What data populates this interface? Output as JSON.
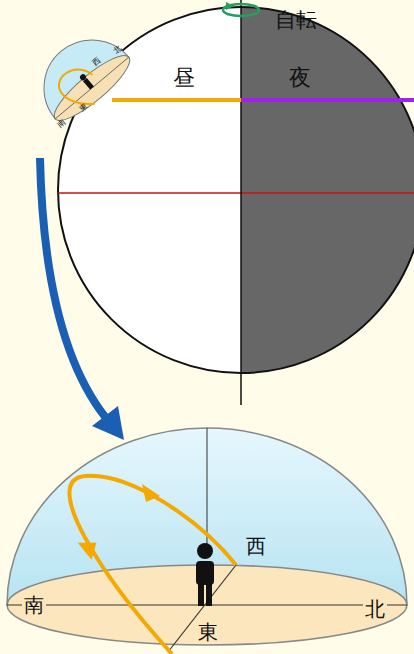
{
  "diagram": {
    "labels": [
      "自転",
      "昼",
      "夜",
      "西",
      "北",
      "東",
      "南",
      "西",
      "南",
      "北",
      "東"
    ]
  }
}
